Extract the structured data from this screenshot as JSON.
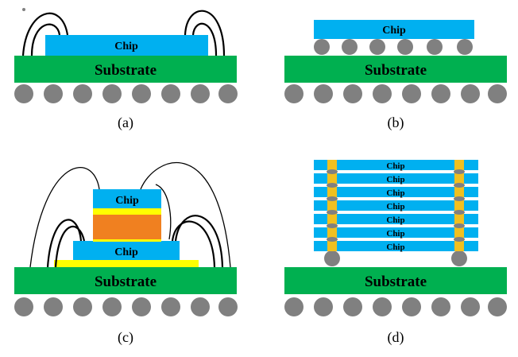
{
  "colors": {
    "substrate": "#00b050",
    "chip": "#00b0f0",
    "ball": "#808080",
    "adhesive": "#ffff00",
    "spacer": "#f08020",
    "tsv": "#f0c020",
    "wire": "#000000"
  },
  "labels": {
    "substrate": "Substrate",
    "chip": "Chip"
  },
  "captions": {
    "a": "(a)",
    "b": "(b)",
    "c": "(c)",
    "d": "(d)"
  }
}
